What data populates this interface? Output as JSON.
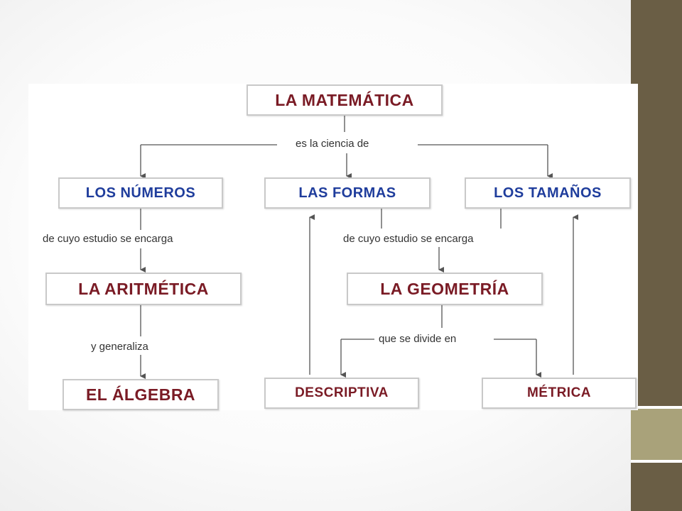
{
  "diagram": {
    "root": "LA MATEMÁTICA",
    "link_root": "es la ciencia de",
    "numeros": "LOS NÚMEROS",
    "formas": "LAS FORMAS",
    "tamanos": "LOS TAMAÑOS",
    "link_estudio_left": "de cuyo estudio se encarga",
    "link_estudio_right": "de cuyo estudio se encarga",
    "aritmetica": "LA ARITMÉTICA",
    "geometria": "LA GEOMETRÍA",
    "link_generaliza": "y generaliza",
    "link_divide": "que se divide en",
    "algebra": "EL ÁLGEBRA",
    "descriptiva": "DESCRIPTIVA",
    "metrica": "MÉTRICA"
  },
  "colors": {
    "sidebar": "#6a5e45",
    "sidebar_accent": "#a9a27a",
    "heading_text": "#7a1b25",
    "category_text": "#1f3d9c",
    "connector": "#555555"
  }
}
